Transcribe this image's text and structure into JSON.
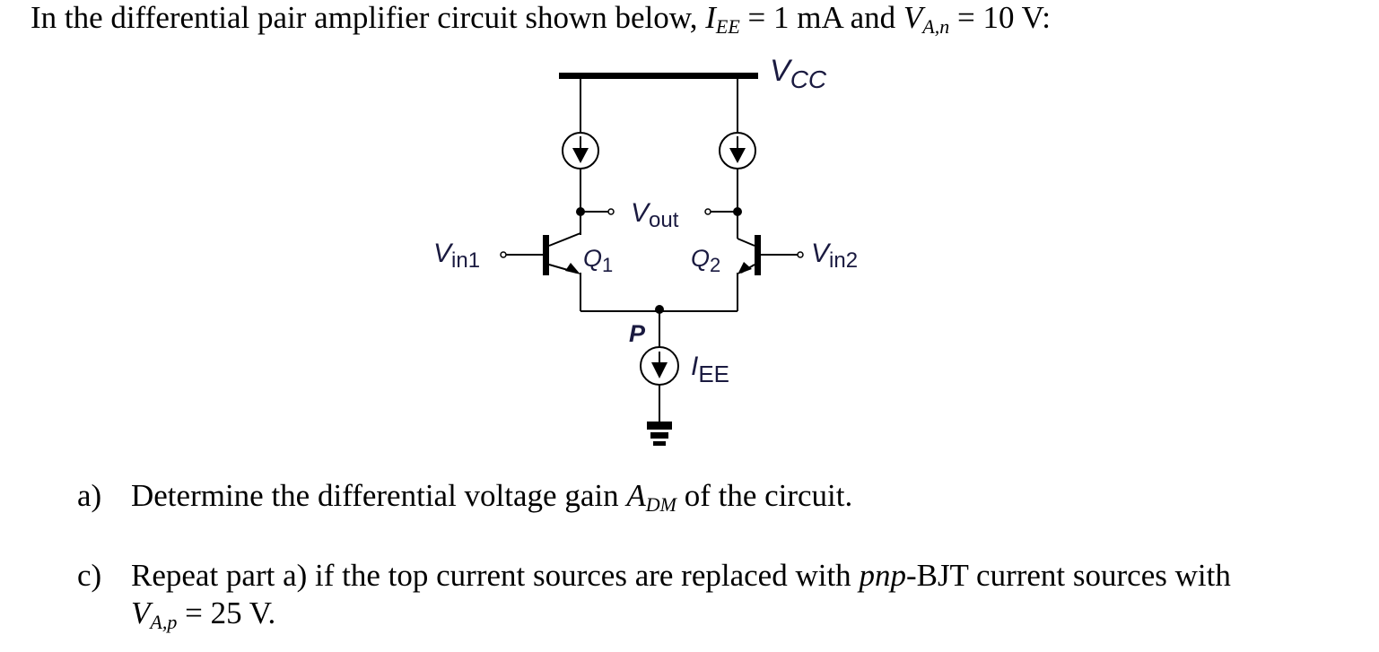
{
  "problem": {
    "intro_prefix": "In the differential pair amplifier circuit shown below, ",
    "iee_symbol": "I",
    "iee_sub": "EE",
    "iee_value": " = 1 mA and ",
    "va_symbol": "V",
    "va_sub": "A,n",
    "va_value": " = 10 V:"
  },
  "circuit": {
    "vcc_label": "V",
    "vcc_sub": "CC",
    "vout_label": "V",
    "vout_sub": "out",
    "vin1_label": "V",
    "vin1_sub": "in1",
    "vin2_label": "V",
    "vin2_sub": "in2",
    "q1_label": "Q",
    "q1_sub": "1",
    "q2_label": "Q",
    "q2_sub": "2",
    "p_label": "P",
    "iee_label": "I",
    "iee_sub": "EE"
  },
  "questions": {
    "a": {
      "marker": "a)",
      "text_prefix": "Determine the differential voltage gain ",
      "symbol": "A",
      "symbol_sub": "DM",
      "text_suffix": " of the circuit."
    },
    "c": {
      "marker": "c)",
      "text_prefix": "Repeat part a) if the top current sources are replaced with ",
      "italic_word": "pnp",
      "text_suffix": "-BJT current sources with",
      "line2_symbol": "V",
      "line2_sub": "A,p",
      "line2_value": " = 25 V."
    }
  }
}
